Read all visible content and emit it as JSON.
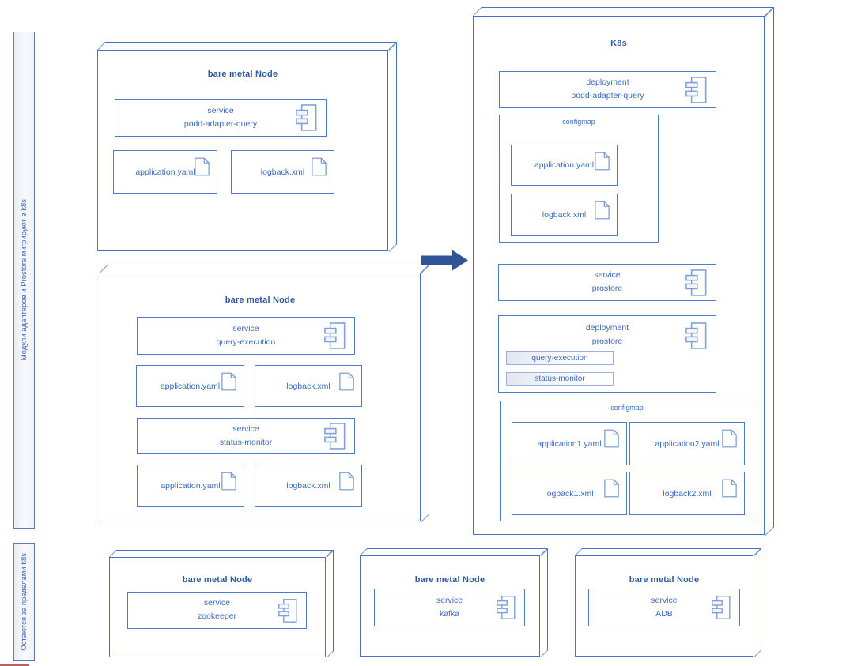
{
  "colors": {
    "accent": "#4472C4",
    "arrow": "#2F5597",
    "title_text": "#2D59A3",
    "label_text": "#3A6BBF"
  },
  "icons": {
    "component": "component-icon",
    "document": "document-icon",
    "arrow": "migration-arrow"
  },
  "sidebar": {
    "migrate_label": "Модули адаптеров и Prostore мигрируют в k8s",
    "outside_label": "Остаются за пределами k8s"
  },
  "diagram": {
    "node_adapter": {
      "title": "bare metal Node",
      "svc": {
        "type": "service",
        "name": "podd-adapter-query"
      },
      "file1": "application.yaml",
      "file2": "logback.xml"
    },
    "node_prostore": {
      "title": "bare metal Node",
      "svc1": {
        "type": "service",
        "name": "query-execution"
      },
      "file1": "application.yaml",
      "file2": "logback.xml",
      "svc2": {
        "type": "service",
        "name": "status-monitor"
      },
      "file3": "application.yaml",
      "file4": "logback.xml"
    },
    "k8s": {
      "title": "K8s",
      "deploy_adapter": {
        "type": "deployment",
        "name": "podd-adapter-query"
      },
      "configmap1": {
        "label": "configmap",
        "file1": "application.yaml",
        "file2": "logback.xml"
      },
      "svc_prostore": {
        "type": "service",
        "name": "prostore"
      },
      "deploy_prostore": {
        "type": "deployment",
        "name": "prostore",
        "badge1": "query-execution",
        "badge2": "status-monitor"
      },
      "configmap2": {
        "label": "configmap",
        "file1": "application1.yaml",
        "file2": "application2.yaml",
        "file3": "logback1.xml",
        "file4": "logback2.xml"
      }
    },
    "node_zookeeper": {
      "title": "bare metal Node",
      "svc": {
        "type": "service",
        "name": "zookeeper"
      }
    },
    "node_kafka": {
      "title": "bare metal Node",
      "svc": {
        "type": "service",
        "name": "kafka"
      }
    },
    "node_adb": {
      "title": "bare metal Node",
      "svc": {
        "type": "service",
        "name": "ADB"
      }
    }
  }
}
